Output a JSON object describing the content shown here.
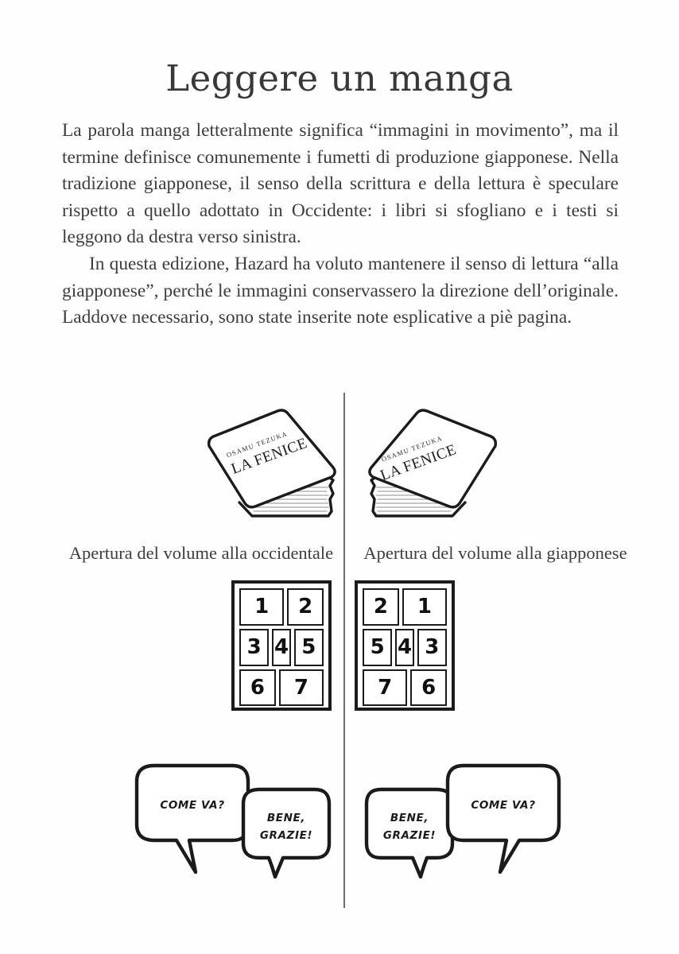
{
  "page": {
    "title": "Leggere un manga",
    "background_color": "#fefefe",
    "text_color": "#3d3d3d",
    "ink_color": "#1b1b1b"
  },
  "body": {
    "paragraph_1": "La parola manga letteralmente significa “immagini in movimento”, ma il termine definisce comunemente i fumetti di produzione giapponese. Nella tradizione giapponese, il senso della scrittura e della lettura è speculare rispetto a quello adottato in Occidente: i libri si sfogliano e i testi si leggono da destra verso sinistra.",
    "paragraph_2": "In questa edizione, Hazard ha voluto mantenere il senso di lettura “alla giapponese”, perché le immagini conservassero la direzione dell’originale. Laddove necessario, sono state inserite note esplicative a piè pagina."
  },
  "figure": {
    "left_column": {
      "caption": "Apertura del volume alla occidentale",
      "book": {
        "author": "OSAMU TEZUKA",
        "title": "LA FENICE",
        "spine_side": "left"
      },
      "panel_grid": {
        "reading_direction": "left-to-right",
        "rows": [
          [
            {
              "label": "1",
              "width": "wide"
            },
            {
              "label": "2",
              "width": "norm"
            }
          ],
          [
            {
              "label": "3",
              "width": "norm"
            },
            {
              "label": "4",
              "width": "narrow"
            },
            {
              "label": "5",
              "width": "norm"
            }
          ],
          [
            {
              "label": "6",
              "width": "norm"
            },
            {
              "label": "7",
              "width": "norm"
            }
          ]
        ]
      },
      "balloons": [
        {
          "text_lines": [
            "COME VA?"
          ],
          "position": "left-upper"
        },
        {
          "text_lines": [
            "BENE,",
            "GRAZIE!"
          ],
          "position": "right-lower"
        }
      ]
    },
    "right_column": {
      "caption": "Apertura del volume alla giapponese",
      "book": {
        "author": "OSAMU TEZUKA",
        "title": "LA FENICE",
        "spine_side": "right"
      },
      "panel_grid": {
        "reading_direction": "right-to-left",
        "rows": [
          [
            {
              "label": "2",
              "width": "norm"
            },
            {
              "label": "1",
              "width": "wide"
            }
          ],
          [
            {
              "label": "5",
              "width": "norm"
            },
            {
              "label": "4",
              "width": "narrow"
            },
            {
              "label": "3",
              "width": "norm"
            }
          ],
          [
            {
              "label": "7",
              "width": "norm"
            },
            {
              "label": "6",
              "width": "norm"
            }
          ]
        ]
      },
      "balloons": [
        {
          "text_lines": [
            "BENE,",
            "GRAZIE!"
          ],
          "position": "left-lower"
        },
        {
          "text_lines": [
            "COME VA?"
          ],
          "position": "right-upper"
        }
      ]
    }
  }
}
